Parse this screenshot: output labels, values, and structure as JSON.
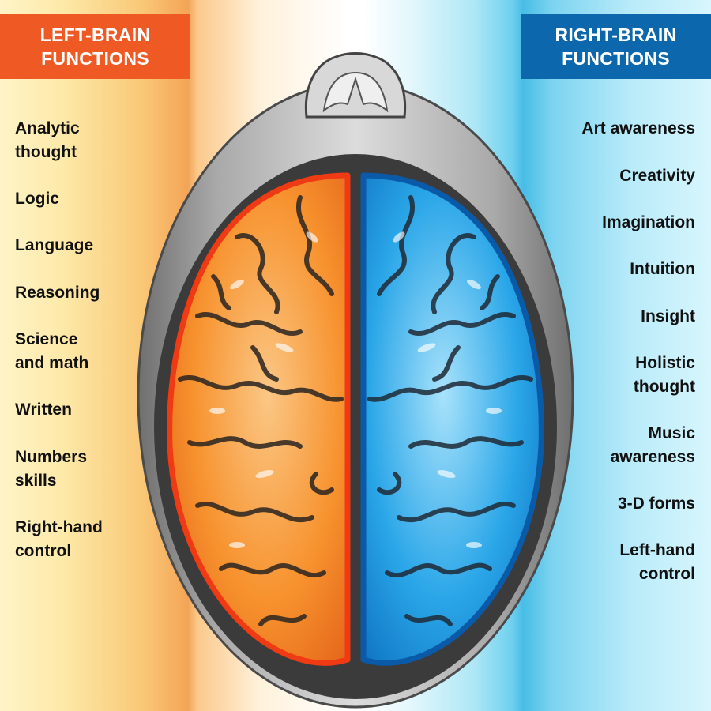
{
  "left_panel": {
    "title_lines": [
      "LEFT-BRAIN",
      "FUNCTIONS"
    ],
    "header_color": "#ef5a24",
    "items": [
      [
        "Analytic",
        "thought"
      ],
      [
        "Logic"
      ],
      [
        "Language"
      ],
      [
        "Reasoning"
      ],
      [
        "Science",
        "and math"
      ],
      [
        "Written"
      ],
      [
        "Numbers",
        "skills"
      ],
      [
        "Right-hand",
        "control"
      ]
    ]
  },
  "right_panel": {
    "title_lines": [
      "RIGHT-BRAIN",
      "FUNCTIONS"
    ],
    "header_color": "#0d67ad",
    "items": [
      [
        "Art awareness"
      ],
      [
        "Creativity"
      ],
      [
        "Imagination"
      ],
      [
        "Intuition"
      ],
      [
        "Insight"
      ],
      [
        "Holistic",
        "thought"
      ],
      [
        "Music",
        "awareness"
      ],
      [
        "3-D forms"
      ],
      [
        "Left-hand",
        "control"
      ]
    ]
  },
  "illustration": {
    "left_hemisphere_color": "#f7922e",
    "right_hemisphere_color": "#2aa6e8",
    "head_color": "#bdbdbd",
    "icons": [
      "head-top-view-icon",
      "left-hemisphere-icon",
      "right-hemisphere-icon",
      "nose-icon"
    ]
  }
}
